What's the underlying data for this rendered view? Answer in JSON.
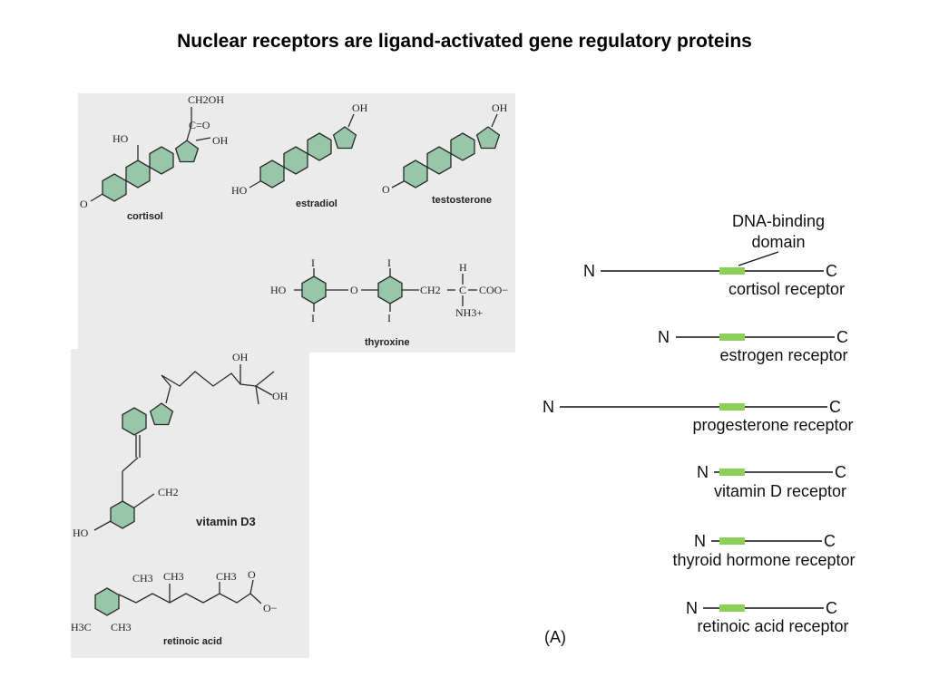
{
  "title": "Nuclear receptors are ligand-activated gene regulatory proteins",
  "molecules": {
    "cortisol": "cortisol",
    "estradiol": "estradiol",
    "testosterone": "testosterone",
    "thyroxine": "thyroxine",
    "vitamin_d3": "vitamin D3",
    "retinoic_acid": "retinoic acid"
  },
  "atoms": {
    "ch2oh": "CH2OH",
    "co": "C=O",
    "ho": "HO",
    "oh": "OH",
    "o": "O",
    "i": "I",
    "h": "H",
    "ch2": "CH2",
    "c": "C",
    "coo": "COO−",
    "nh3": "NH3+",
    "ch3": "CH3",
    "h3c": "H3C",
    "ominus": "O−"
  },
  "receptor_diagram": {
    "domain_label_line1": "DNA-binding",
    "domain_label_line2": "domain",
    "n_terminus": "N",
    "c_terminus": "C",
    "panel_label": "(A)",
    "domain_color": "#8ccf5a",
    "receptors": [
      {
        "name": "cortisol receptor"
      },
      {
        "name": "estrogen receptor"
      },
      {
        "name": "progesterone receptor"
      },
      {
        "name": "vitamin D receptor"
      },
      {
        "name": "thyroid hormone receptor"
      },
      {
        "name": "retinoic acid receptor"
      }
    ]
  },
  "colors": {
    "ring_fill": "#97c6a8",
    "panel_bg": "#ebebeb"
  }
}
